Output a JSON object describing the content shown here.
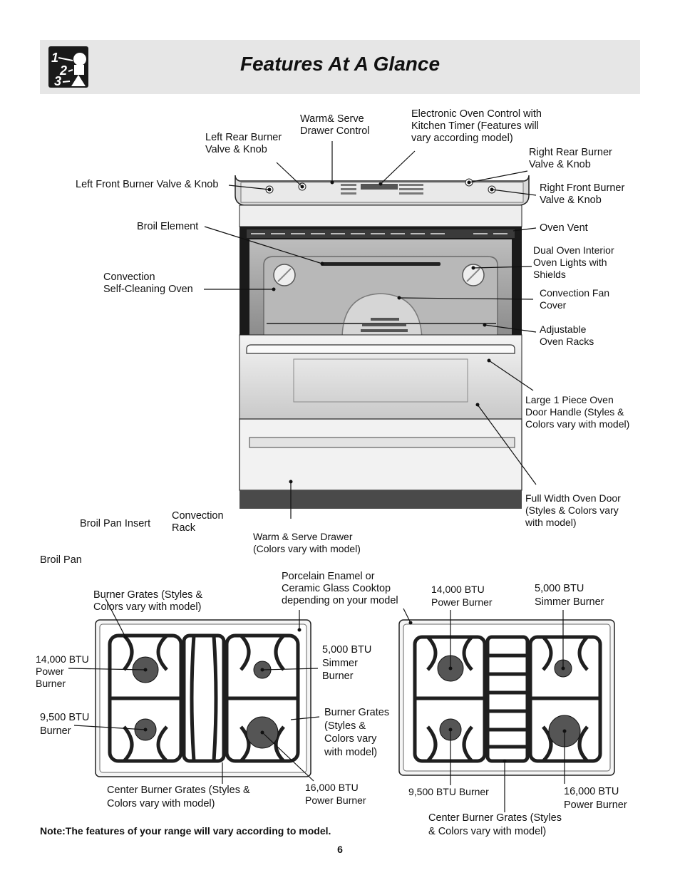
{
  "page": {
    "title": "Features At A Glance",
    "page_number": "6",
    "note": "Note:The features of your range will vary according to model.",
    "logo_icon": "steps-123-icon"
  },
  "oven_labels": {
    "warm_serve_control": "Warm& Serve\nDrawer Control",
    "electronic_control": "Electronic Oven Control with\nKitchen Timer (Features will\nvary according model)",
    "left_rear_burner": "Left Rear Burner\nValve & Knob",
    "right_rear_burner": "Right Rear Burner\nValve & Knob",
    "left_front_burner": "Left Front Burner Valve & Knob",
    "right_front_burner": "Right Front Burner\nValve & Knob",
    "broil_element": "Broil Element",
    "oven_vent": "Oven Vent",
    "dual_lights": "Dual Oven Interior\nOven Lights with\nShields",
    "convection_oven": "Convection\nSelf-Cleaning Oven",
    "convection_fan": "Convection Fan\nCover",
    "adjustable_racks": "Adjustable\nOven Racks",
    "door_handle": "Large 1 Piece Oven\nDoor Handle (Styles &\nColors vary with model)",
    "full_width_door": "Full Width Oven Door\n(Styles & Colors vary\nwith model)",
    "broil_pan_insert": "Broil Pan Insert",
    "convection_rack": "Convection\nRack",
    "warm_serve_drawer": "Warm & Serve Drawer\n(Colors vary with model)",
    "broil_pan": "Broil Pan"
  },
  "left_cooktop_labels": {
    "cooktop_surface": "Porcelain Enamel or\nCeramic Glass Cooktop\ndepending on your model",
    "burner_grates": "Burner Grates (Styles &\nColors vary with model)",
    "power_burner_14000": "14,000 BTU\nPower\nBurner",
    "simmer_5000": "5,000 BTU\nSimmer\nBurner",
    "burner_9500": "9,500 BTU\nBurner",
    "burner_grates_2": "Burner Grates\n(Styles  &\nColors vary\nwith model)",
    "center_grates": "Center Burner Grates (Styles &\nColors vary with model)",
    "power_burner_16000": "16,000 BTU\nPower Burner"
  },
  "right_cooktop_labels": {
    "power_burner_14000": "14,000 BTU\nPower Burner",
    "simmer_5000": "5,000 BTU\nSimmer Burner",
    "burner_9500": "9,500 BTU Burner",
    "power_burner_16000": "16,000 BTU\nPower Burner",
    "center_grates": "Center Burner Grates (Styles\n& Colors vary with model)"
  }
}
